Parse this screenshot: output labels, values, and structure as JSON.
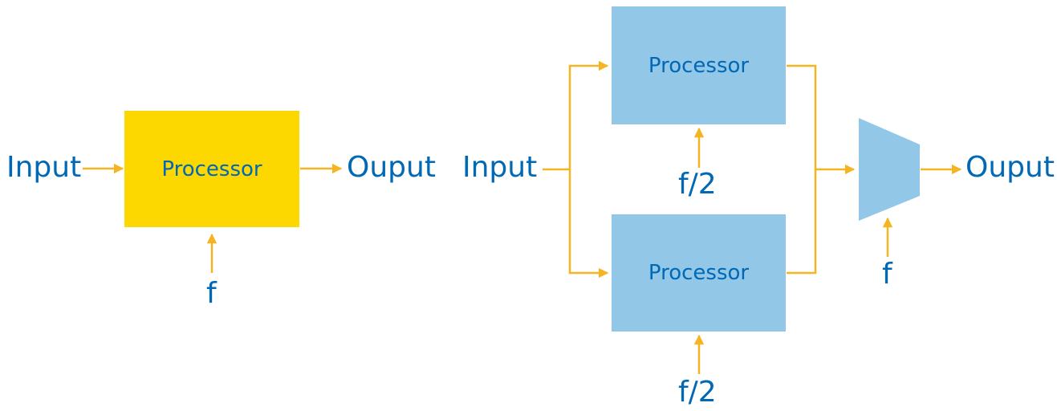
{
  "colors": {
    "text": "#0068b5",
    "arrow": "#f5b522",
    "serial_processor_fill": "#fcd800",
    "parallel_processor_fill": "#92c7e8",
    "mux_fill": "#92c7e8"
  },
  "left": {
    "input_label": "Input",
    "processor_label": "Processor",
    "output_label": "Ouput",
    "clock_label": "f"
  },
  "right": {
    "input_label": "Input",
    "processor_top_label": "Processor",
    "processor_bottom_label": "Processor",
    "clock_top_label": "f/2",
    "clock_bottom_label": "f/2",
    "mux_clock_label": "f",
    "output_label": "Ouput"
  }
}
